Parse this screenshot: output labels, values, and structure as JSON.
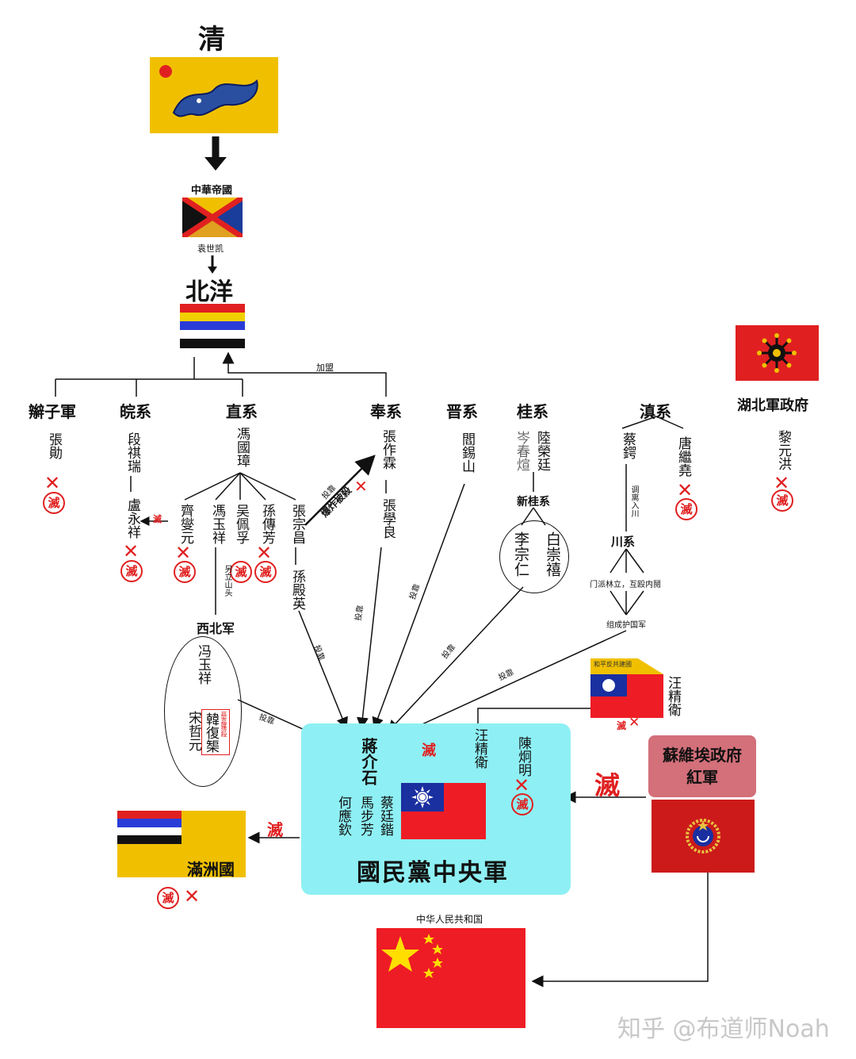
{
  "qing": {
    "title": "清"
  },
  "empire": {
    "title": "中華帝國",
    "person": "袁世凯"
  },
  "beiyang": {
    "title": "北洋"
  },
  "join_label": "加盟",
  "factions": {
    "bianzi": "辮子軍",
    "wan": "皖系",
    "zhi": "直系",
    "feng": "奉系",
    "jin": "晋系",
    "gui": "桂系",
    "dian": "滇系",
    "hubei": "湖北軍政府"
  },
  "people": {
    "zhangxun": "張勛",
    "duanqirui": "段祺瑞",
    "luyongxiang": "盧永祥",
    "fengguozhang": "馮國璋",
    "qixieyuan": "齊燮元",
    "fengyuxiang": "馮玉祥",
    "wupeifu": "吴佩孚",
    "sunchuanfang": "孫傳芳",
    "zhangzongchang": "張宗昌",
    "sundianying": "孫殿英",
    "zhangzuolin": "張作霖",
    "zhangxueliang": "張學良",
    "yanxishan": "閻錫山",
    "lurongting": "陸榮廷",
    "cenchunxuan": "岑春煊",
    "lizongren": "李宗仁",
    "baichongxi": "白崇禧",
    "caie": "蔡鍔",
    "tangjiyao": "唐繼堯",
    "liyuanhong": "黎元洪",
    "fengyuxiang2": "冯玉祥",
    "songzheyuan": "宋哲元",
    "hanfuqu": "韓復榘",
    "wangjingwei": "汪精衛",
    "chenjiongming": "陳炯明",
    "jiangjieshi": "蔣介石",
    "caitingkai": "蔡廷鍇",
    "mabufang": "馬步芳",
    "heyingqin": "何應欽"
  },
  "labels": {
    "mie": "滅",
    "cross": "✕",
    "toukao": "投靠",
    "bomb": "爆炸被殺",
    "another_mountain": "另立山头",
    "xinguixi": "新桂系",
    "chuanxi": "川系",
    "diaoli": "调离入川",
    "menpai": "门派林立，互殴内鬩",
    "huguojun": "组成护国军",
    "xibeijun": "西北军",
    "han_stamp": "蔡嘉獲殺",
    "wang_flag_text": "和平反共建國"
  },
  "central": {
    "title": "國民黨中央軍",
    "bg_color": "#8ef0f4"
  },
  "manchukuo": {
    "title": "滿洲國"
  },
  "soviet": {
    "title": "蘇維埃政府紅軍",
    "bg_color": "#d3707a"
  },
  "prc": {
    "title": "中华人民共和国"
  },
  "watermark": "知乎 @布道师Noah",
  "colors": {
    "accent_red": "#e02020",
    "qing_yellow": "#f0c000",
    "prc_red": "#ee1c25"
  }
}
